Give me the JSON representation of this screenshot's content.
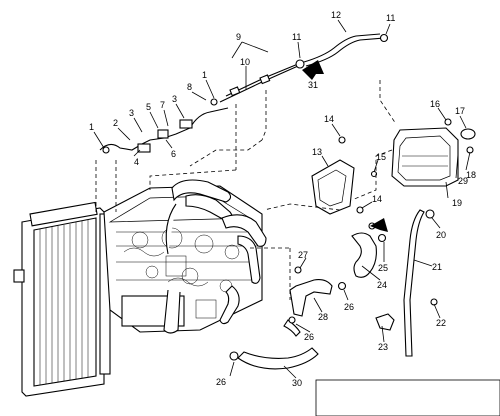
{
  "callouts": {
    "c1a": "1",
    "c1b": "1",
    "c2": "2",
    "c3a": "3",
    "c3b": "3",
    "c4": "4",
    "c5": "5",
    "c6": "6",
    "c7": "7",
    "c8": "8",
    "c9": "9",
    "c10": "10",
    "c11a": "11",
    "c11b": "11",
    "c12": "12",
    "c13": "13",
    "c14a": "14",
    "c14b": "14",
    "c15": "15",
    "c16": "16",
    "c17": "17",
    "c18": "18",
    "c19": "19",
    "c20": "20",
    "c21": "21",
    "c22": "22",
    "c23": "23",
    "c24": "24",
    "c25": "25",
    "c26a": "26",
    "c26b": "26",
    "c26c": "26",
    "c27": "27",
    "c28": "28",
    "c29": "29",
    "c30": "30",
    "c31": "31"
  }
}
